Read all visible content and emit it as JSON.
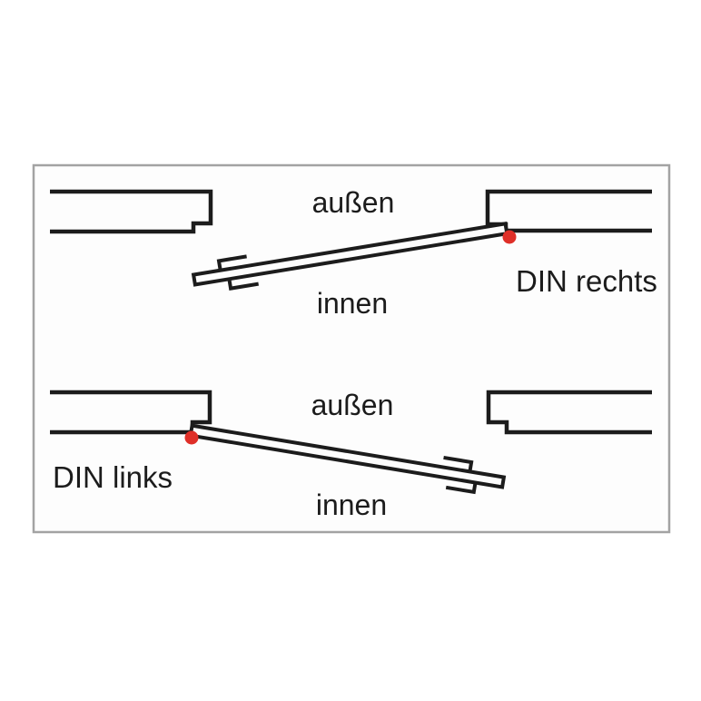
{
  "page": {
    "background": "#ffffff"
  },
  "panel": {
    "background": "#fdfdfd",
    "border_color": "#a3a3a3"
  },
  "colors": {
    "line": "#1c1c1c",
    "text": "#1c1c1c",
    "hinge_dot": "#df2f28"
  },
  "rows": [
    {
      "outside_label": "außen",
      "inside_label": "innen",
      "handing_label": "DIN rechts",
      "hinge_side": "right"
    },
    {
      "outside_label": "außen",
      "inside_label": "innen",
      "handing_label": "DIN links",
      "hinge_side": "left"
    }
  ]
}
